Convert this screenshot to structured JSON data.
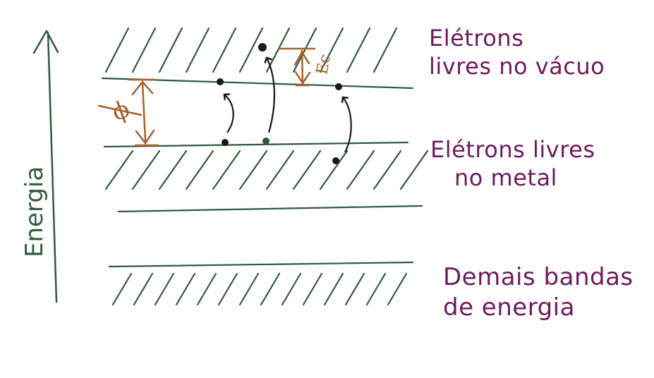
{
  "axis": {
    "label": "Energia"
  },
  "symbols": {
    "work_function": "ϕ",
    "kinetic_energy": "Ec"
  },
  "labels": {
    "vacuum": {
      "line1": "Elétrons",
      "line2": "livres no vácuo"
    },
    "metal": {
      "line1": "Elétrons livres",
      "line2": "no metal"
    },
    "other": {
      "line1": "Demais bandas",
      "line2": "de energia"
    }
  },
  "colors": {
    "lines": "#2f5a3d",
    "labels": "#6e1a5f",
    "arrows_orange": "#a8602a",
    "dots": "#1a1a1a"
  }
}
